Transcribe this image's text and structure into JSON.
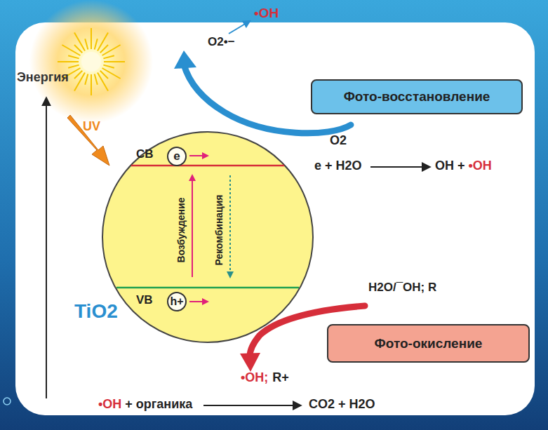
{
  "diagram": {
    "nodes": [
      {
        "text": [
          "CB",
          "Возбуждение",
          "Рекомбинация",
          "VB"
        ]
      },
      {
        "text": [
          "e"
        ],
        "in": 0
      },
      {
        "text": [
          "h+"
        ],
        "in": 0
      },
      {
        "text": [
          "Фото-восстановление"
        ]
      },
      {
        "text": [
          "Фото-окисление"
        ]
      }
    ],
    "labels": [
      "Энергия",
      "UV",
      "O2•−",
      "•OH",
      "O2",
      "e + H2O",
      "OH +",
      "•OH",
      "H2O/¯OH; R",
      "•OH;",
      "R+",
      "•OH",
      "+ органика",
      "CO2 + H2O",
      "TiO2"
    ]
  }
}
